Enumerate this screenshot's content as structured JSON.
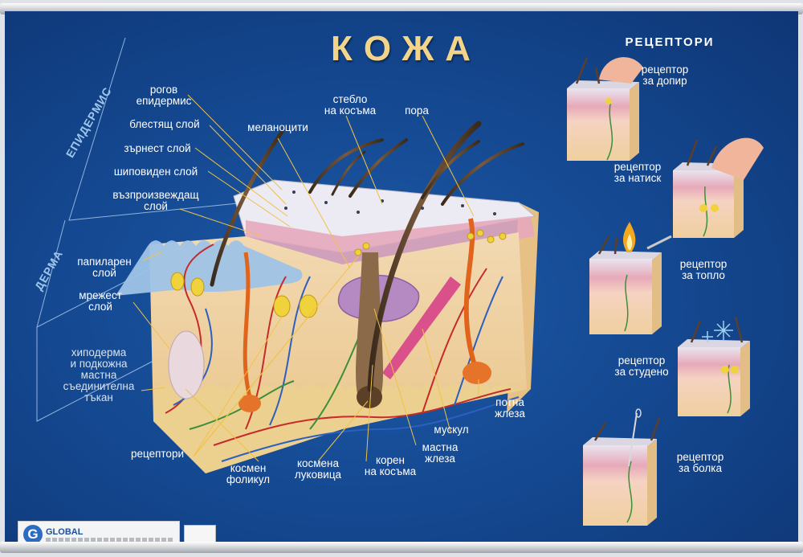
{
  "poster": {
    "title": "КОЖА",
    "receptors_title": "РЕЦЕПТОРИ",
    "side_labels": {
      "epidermis": "ЕПИДЕРМИС",
      "dermis": "ДЕРМА"
    },
    "labels": {
      "horny": "рогов\nепидермис",
      "lucid": "блестящ слой",
      "granular": "зърнест слой",
      "spinous": "шиповиден  слой",
      "basal": "възпроизвеждащ\nслой",
      "papillary": "папиларен\nслой",
      "reticular": "мрежест\nслой",
      "hypodermis": "хиподерма\nи подкожна\nмастна\nсъединителна\nтъкан",
      "melanocytes": "меланоцити",
      "hair_shaft": "стебло\nна косъма",
      "pore": "пора",
      "receptors": "рецептори",
      "follicle": "космен\nфоликул",
      "bulb": "космена\nлуковица",
      "root": "корен\nна косъма",
      "sebaceous": "мастна\nжлеза",
      "muscle": "мускул",
      "sweat_gland": "потна\nжлеза"
    },
    "receptors": [
      {
        "label": "рецептор\nза допир"
      },
      {
        "label": "рецептор\nза натиск"
      },
      {
        "label": "рецептор\nза топло"
      },
      {
        "label": "рецептор\nза студено"
      },
      {
        "label": "рецептор\nза болка"
      }
    ],
    "publisher": "GLOBAL",
    "colors": {
      "background": "#154a93",
      "title": "#f2d58a",
      "label_text": "#ffffff",
      "side_text": "#9fc6ea",
      "leader_line": "#f0c24a"
    }
  }
}
